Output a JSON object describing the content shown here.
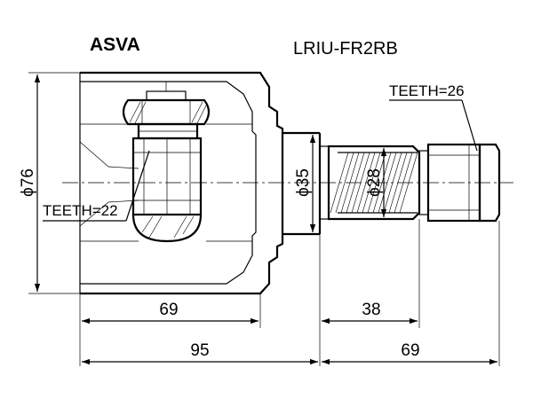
{
  "brand": "ASVA",
  "part_number": "LRIU-FR2RB",
  "teeth_outer": "TEETH=26",
  "teeth_inner": "TEETH=22",
  "dims": {
    "d76": "76",
    "d35": "35",
    "d28": "28",
    "l69_housing": "69",
    "l38": "38",
    "l95": "95",
    "l69_shaft": "69"
  },
  "diameter_symbol": "ϕ"
}
